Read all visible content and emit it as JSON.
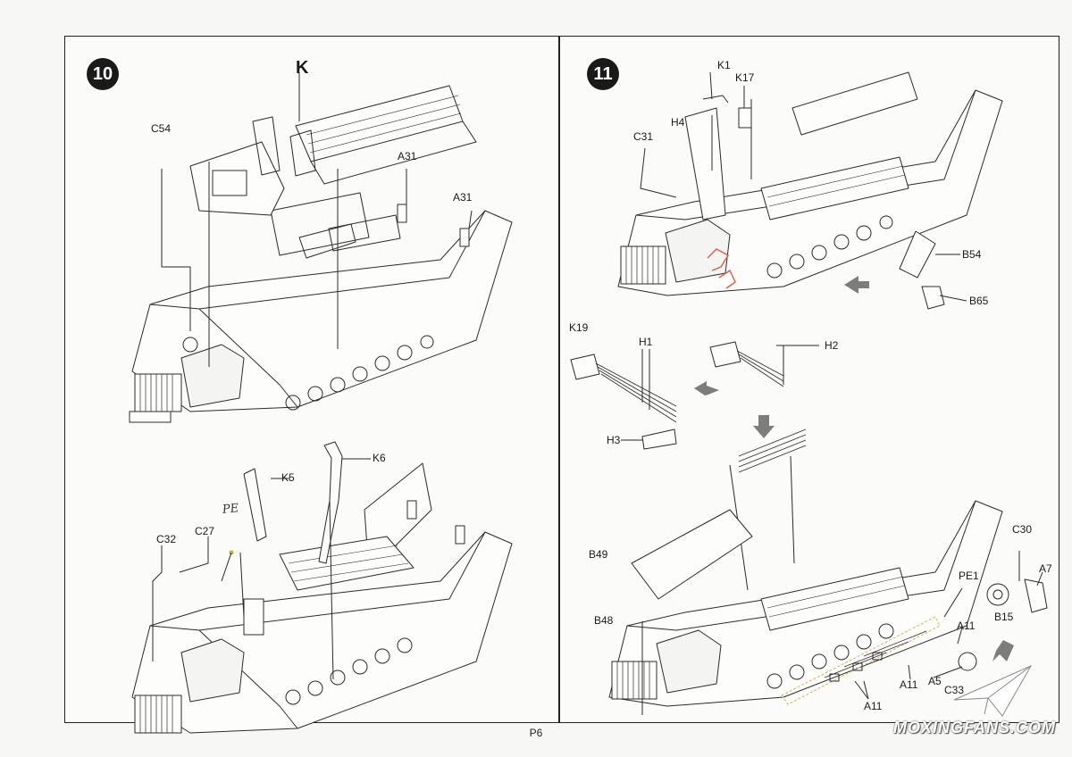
{
  "page": {
    "number": "P6"
  },
  "watermark": {
    "text": "MOXINGFANS.COM"
  },
  "step10": {
    "badge": "10",
    "labels": {
      "k": "K",
      "c54": "C54",
      "a31a": "A31",
      "a31b": "A31",
      "k5": "K5",
      "k6": "K6",
      "c27": "C27",
      "c32": "C32",
      "pe_note": "PE"
    }
  },
  "step11": {
    "badge": "11",
    "labels": {
      "k1": "K1",
      "k17": "K17",
      "h4": "H4",
      "c31": "C31",
      "b54": "B54",
      "b65": "B65",
      "k19": "K19",
      "h1": "H1",
      "h2": "H2",
      "h3": "H3",
      "b49": "B49",
      "b48": "B48",
      "c30": "C30",
      "a7": "A7",
      "pe1": "PE1",
      "b15": "B15",
      "a11a": "A11",
      "a11b": "A11",
      "a11c": "A11",
      "a5": "A5",
      "c33": "C33"
    }
  },
  "colors": {
    "line": "#2a2a2a",
    "arrow": "#7d7d7d",
    "highlight": "#e05a4a",
    "pe_part": "#d8c070"
  }
}
